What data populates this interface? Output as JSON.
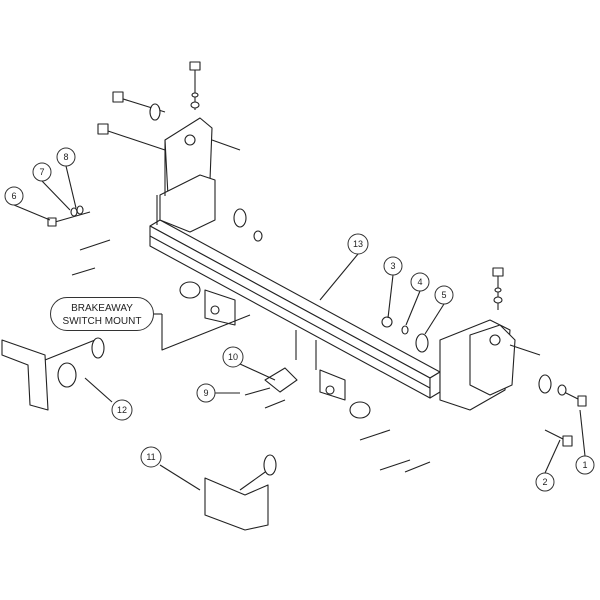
{
  "diagram": {
    "callout_label_line1": "BRAKEAWAY",
    "callout_label_line2": "SWITCH MOUNT",
    "part_numbers": [
      "1",
      "2",
      "3",
      "4",
      "5",
      "6",
      "7",
      "8",
      "9",
      "10",
      "11",
      "12",
      "13"
    ]
  }
}
